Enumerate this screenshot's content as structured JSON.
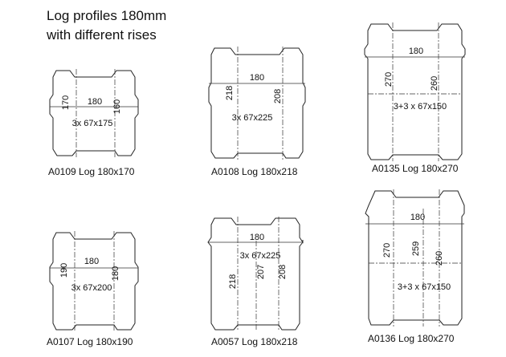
{
  "title_line1": "Log profiles 180mm",
  "title_line2": "with different rises",
  "profiles": [
    {
      "caption": "A0109 Log 180x170",
      "width": "180",
      "left_height": "170",
      "right_height": "160",
      "section": "3x 67x175"
    },
    {
      "caption": "A0108 Log 180x218",
      "width": "180",
      "left_height": "218",
      "right_height": "208",
      "section": "3x 67x225"
    },
    {
      "caption": "A0135 Log 180x270",
      "width": "180",
      "left_height": "270",
      "right_height": "260",
      "section": "3+3 x 67x150"
    },
    {
      "caption": "A0107 Log 180x190",
      "width": "180",
      "left_height": "190",
      "right_height": "180",
      "section": "3x 67x200"
    },
    {
      "caption": "A0057 Log 180x218",
      "width": "180",
      "left_height": "218",
      "mid_height": "207",
      "right_height": "208",
      "section": "3x 67x225"
    },
    {
      "caption": "A0136 Log 180x270",
      "width": "180",
      "left_height": "270",
      "mid_height": "259",
      "right_height": "260",
      "section": "3+3 x 67x150"
    }
  ]
}
